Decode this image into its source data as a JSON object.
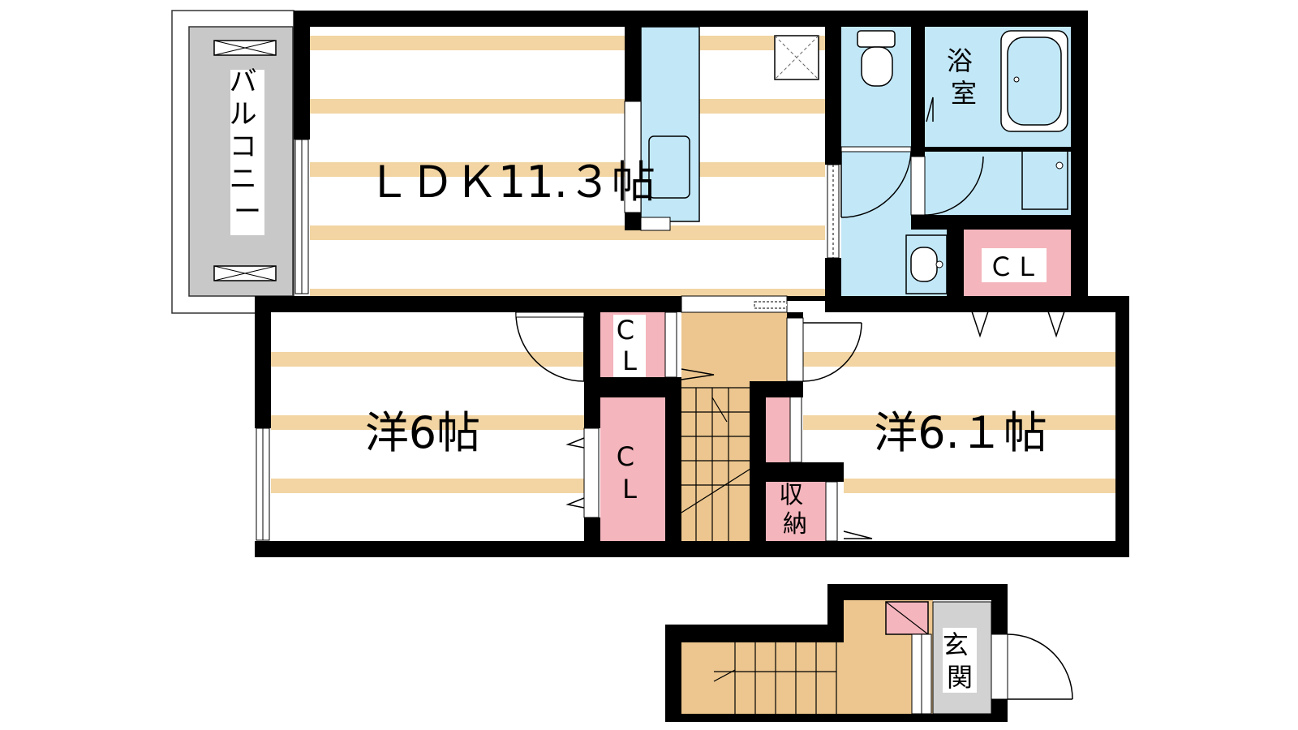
{
  "colors": {
    "wall": "#000000",
    "floor_stripe": "#f2d5a3",
    "floor_white": "#ffffff",
    "wet_area": "#c2e8f8",
    "closet": "#f4b5bc",
    "hall_floor": "#ecc68e",
    "balcony": "#c8c8c8",
    "entrance_tile": "#d2d2d2"
  },
  "rooms": {
    "ldk": "ＬＤＫ11.３帖",
    "west_bedroom": "洋6帖",
    "east_bedroom": "洋6.１帖",
    "bath": [
      "浴",
      "室"
    ],
    "balcony": [
      "バ",
      "ル",
      "コ",
      "ニ",
      "ー"
    ],
    "entrance": [
      "玄",
      "関"
    ],
    "closet_upper": [
      "C",
      "L"
    ],
    "closet_lower": [
      "C",
      "L"
    ],
    "closet_ne": "ＣＬ",
    "storage": [
      "収",
      "納"
    ]
  }
}
